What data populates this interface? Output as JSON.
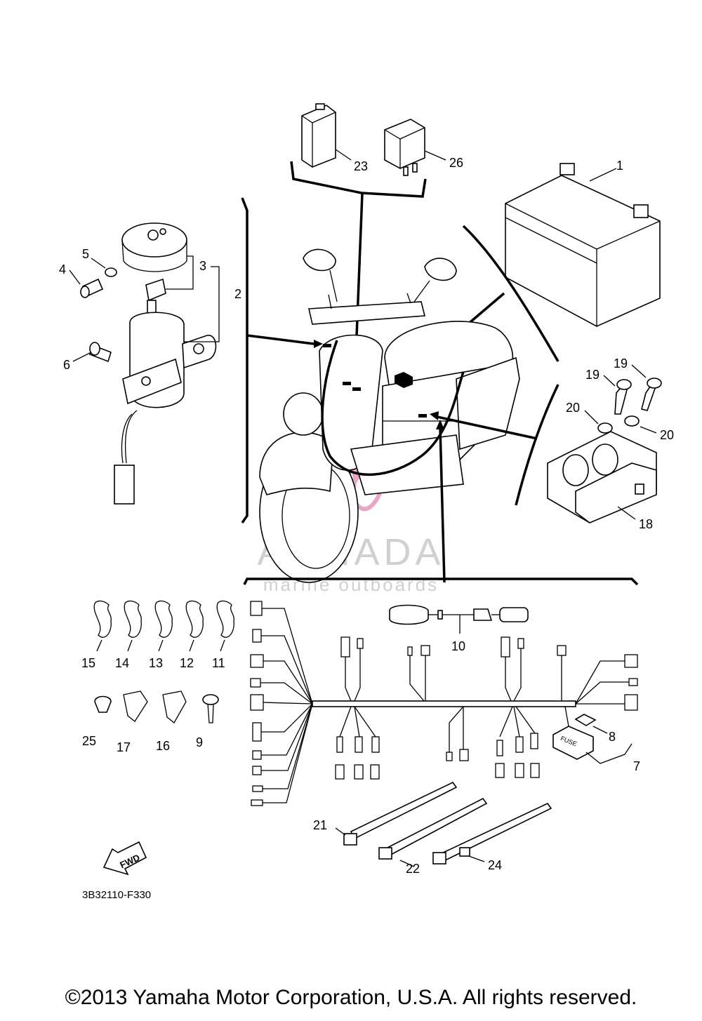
{
  "diagram": {
    "part_numbers": [
      "1",
      "2",
      "3",
      "4",
      "5",
      "6",
      "7",
      "8",
      "9",
      "10",
      "11",
      "12",
      "13",
      "14",
      "15",
      "16",
      "17",
      "18",
      "19",
      "19",
      "20",
      "20",
      "21",
      "22",
      "23",
      "24",
      "25",
      "26"
    ],
    "diagram_code": "3B32110-F330",
    "fwd_label": "FWD",
    "fuse_label": "FUSE",
    "watermark": {
      "brand": "ARMADA",
      "tagline": "marine outboards",
      "accent_color": "#e8a6c8"
    },
    "copyright": "©2013 Yamaha Motor Corporation, U.S.A. All rights reserved."
  }
}
